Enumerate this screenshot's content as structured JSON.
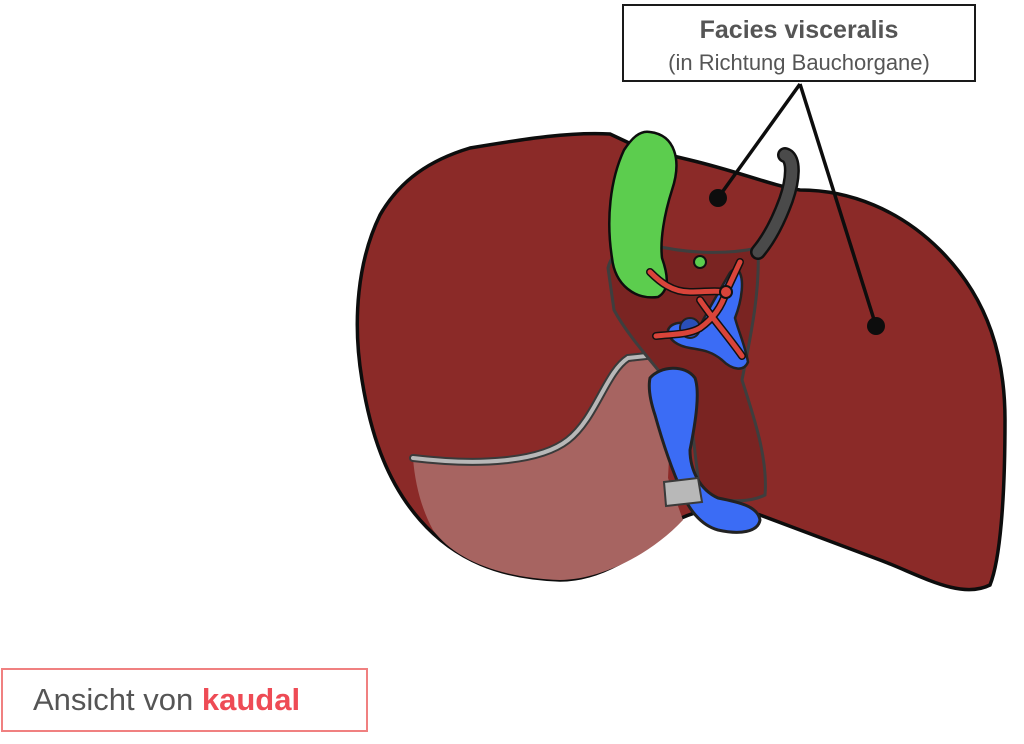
{
  "callout": {
    "title": "Facies visceralis",
    "subtitle": "(in Richtung Bauchorgane)"
  },
  "view_label": {
    "prefix": "Ansicht von ",
    "accent": "kaudal"
  },
  "colors": {
    "liver": "#8b2a28",
    "liver_bare_area": "#a76461",
    "gallbladder": "#5ccd4e",
    "portal_vein": "#3b6cf5",
    "hepatic_artery": "#d9443a",
    "ligament": "#4a4a4a",
    "outline": "#0d0d0d",
    "view_accent": "#ee4b55",
    "view_border": "#f08080"
  }
}
